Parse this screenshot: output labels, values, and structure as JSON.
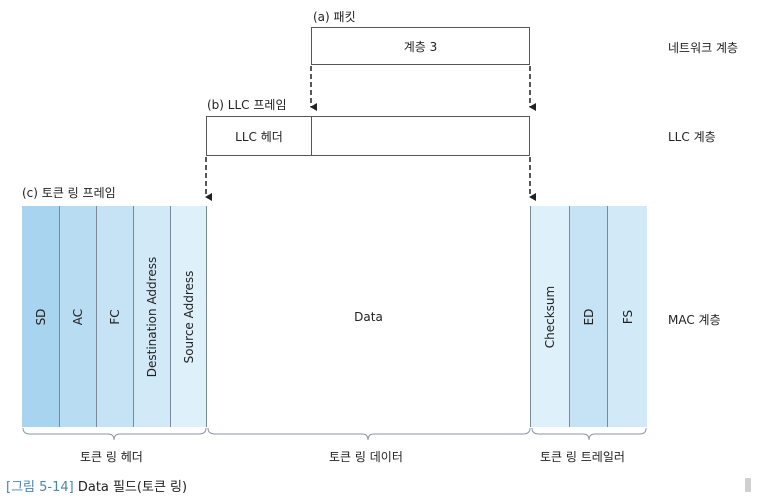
{
  "packet": {
    "title": "(a) 패킷",
    "box_label": "계층 3",
    "layer_label": "네트워크 계층"
  },
  "llc": {
    "title": "(b) LLC 프레임",
    "header_label": "LLC 헤더",
    "layer_label": "LLC 계층"
  },
  "token_ring": {
    "title": "(c) 토큰 링 프레임",
    "fields": [
      {
        "label": "SD",
        "color": "#a9d4ef"
      },
      {
        "label": "AC",
        "color": "#b8dcf2"
      },
      {
        "label": "FC",
        "color": "#c6e3f5"
      },
      {
        "label": "Destination Address",
        "color": "#d2e9f7"
      },
      {
        "label": "Source Address",
        "color": "#def0fa"
      },
      {
        "label": "Data",
        "color": "#ffffff"
      },
      {
        "label": "Checksum",
        "color": "#def0fa"
      },
      {
        "label": "ED",
        "color": "#c6e3f5"
      },
      {
        "label": "FS",
        "color": "#d2e9f7"
      }
    ],
    "layer_label": "MAC 계층",
    "groups": {
      "header": "토큰 링 헤더",
      "data": "토큰 링 데이터",
      "trailer": "토큰 링 트레일러"
    }
  },
  "caption": {
    "number": "[그림 5-14]",
    "text": "Data 필드(토큰 링)"
  }
}
